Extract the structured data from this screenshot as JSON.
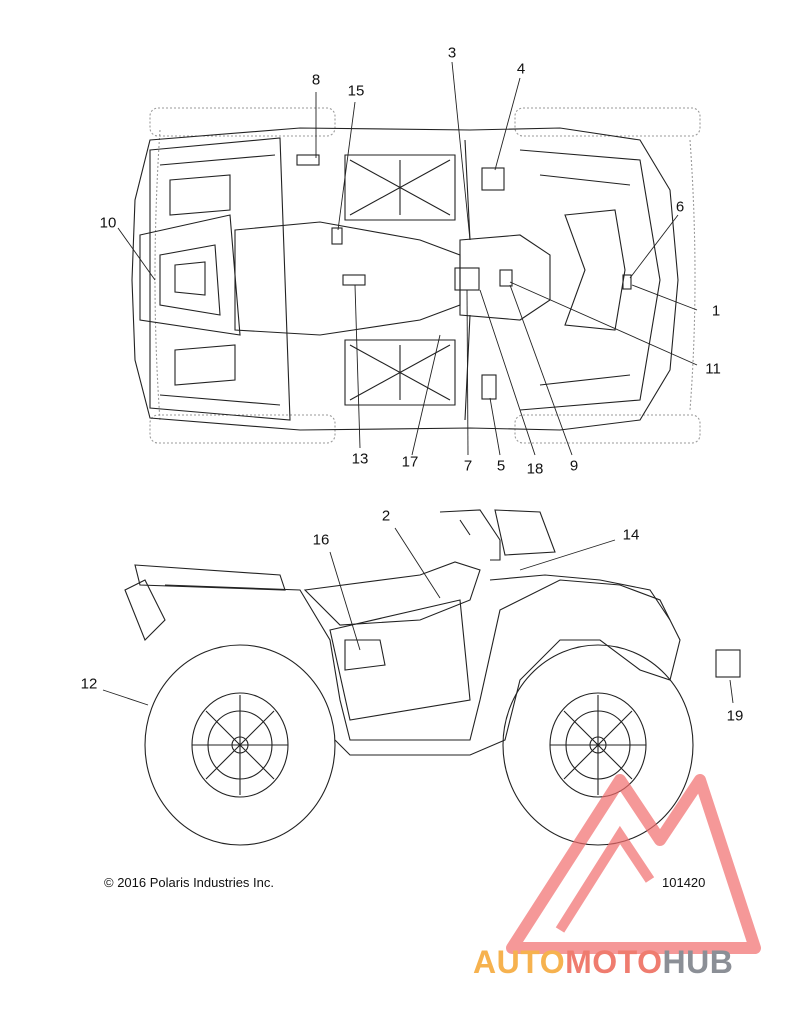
{
  "callouts": [
    "1",
    "2",
    "3",
    "4",
    "5",
    "6",
    "7",
    "8",
    "9",
    "10",
    "11",
    "12",
    "13",
    "14",
    "15",
    "16",
    "17",
    "18",
    "19"
  ],
  "copyright": "© 2016 Polaris Industries Inc.",
  "figure_id": "101420",
  "watermark": {
    "part1": "AUTO",
    "part2": "MOTO",
    "part3": "HUB"
  },
  "colors": {
    "line": "#222222",
    "dotted": "#9a9a9a",
    "watermark_red": "#f26d6d",
    "watermark_orange": "#f6b24f",
    "watermark_gray": "#8b8f96"
  }
}
